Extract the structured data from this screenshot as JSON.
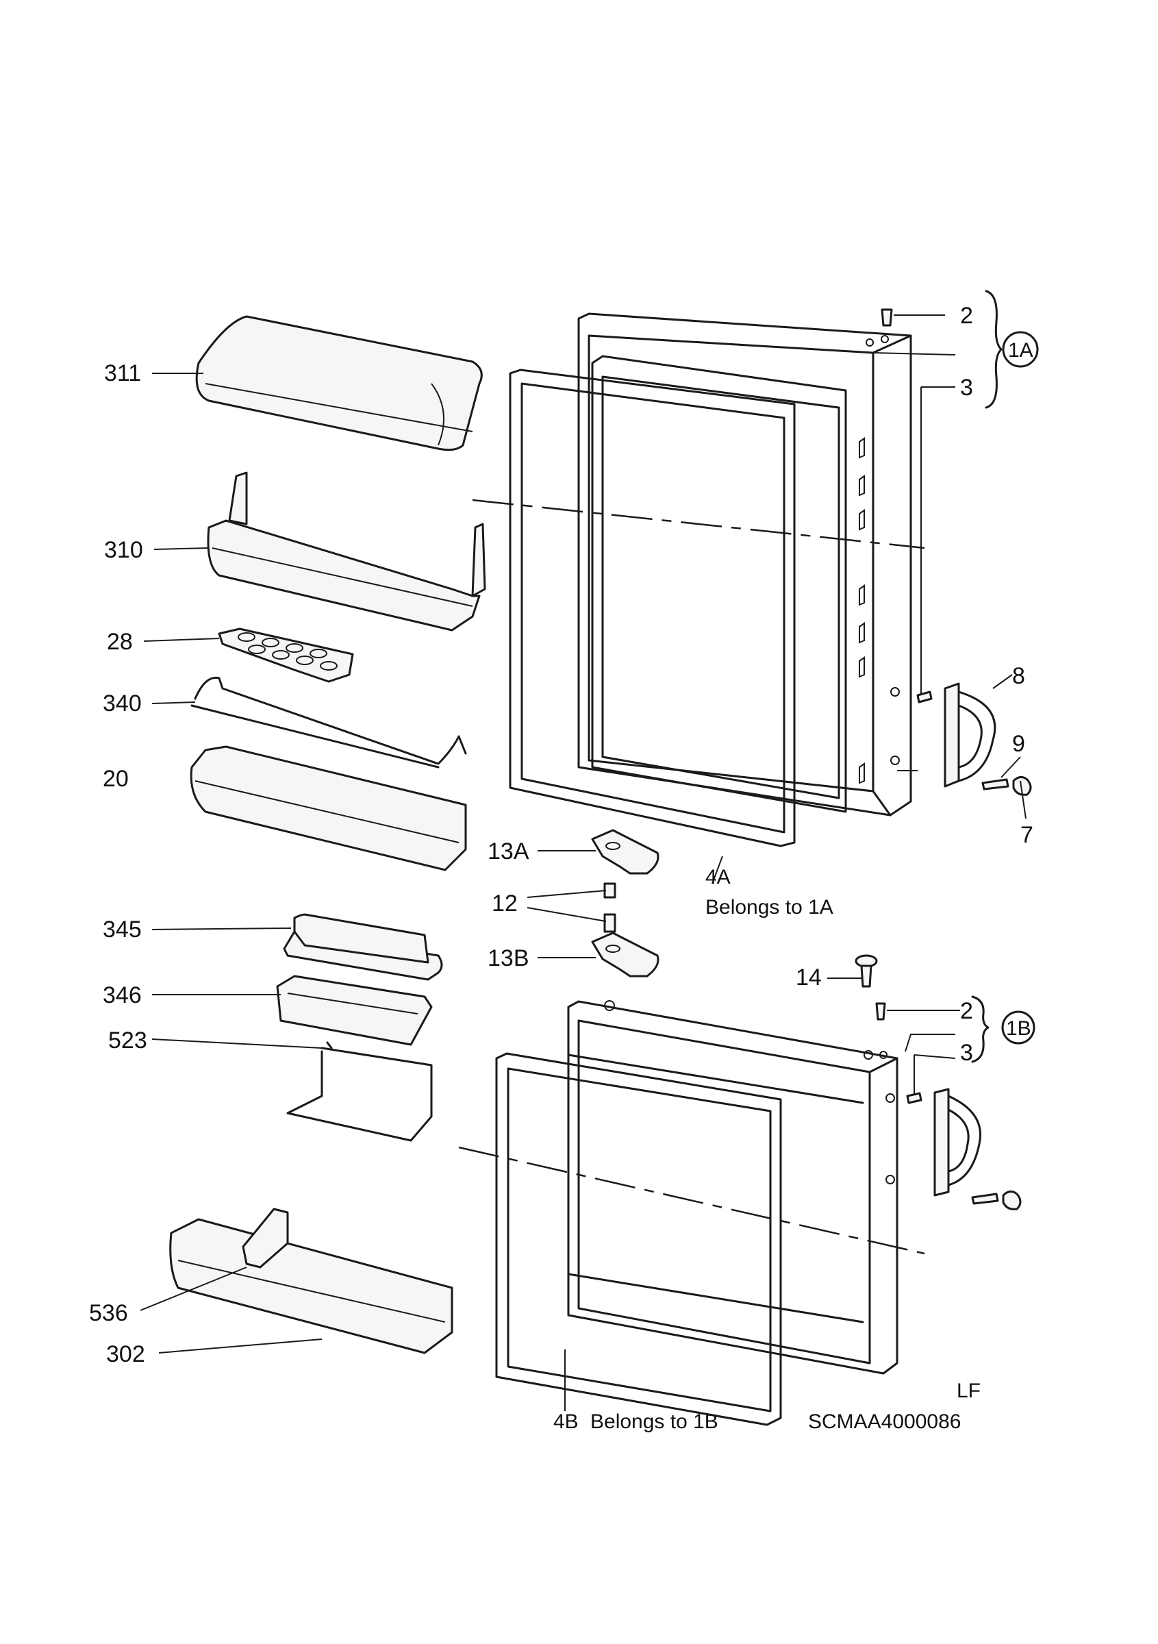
{
  "labels": {
    "p311": "311",
    "p310": "310",
    "p28": "28",
    "p340": "340",
    "p20": "20",
    "p345": "345",
    "p346": "346",
    "p523": "523",
    "p536": "536",
    "p302": "302",
    "p13a": "13A",
    "p12": "12",
    "p13b": "13B",
    "p4a": "4A",
    "p4a_note": "Belongs to 1A",
    "p4b": "4B",
    "p4b_note": "Belongs to 1B",
    "p2_top": "2",
    "p3_top": "3",
    "p1a": "1A",
    "p8": "8",
    "p9": "9",
    "p7": "7",
    "p14": "14",
    "p2_bottom": "2",
    "p3_bottom": "3",
    "p1b": "1B"
  },
  "footer": {
    "code_lf": "LF",
    "drawing_id": "SCMAA4000086"
  }
}
